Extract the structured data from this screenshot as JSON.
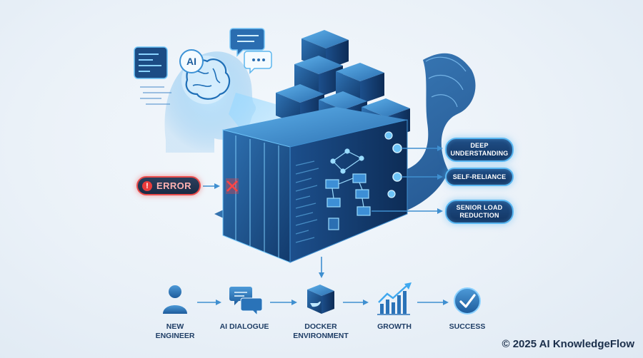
{
  "ai_head": {
    "badge": "AI"
  },
  "error": {
    "icon": "!",
    "label": "ERROR"
  },
  "outcomes": [
    {
      "label": "DEEP\nUNDERSTANDING"
    },
    {
      "label": "SELF-RELIANCE"
    },
    {
      "label": "SENIOR LOAD\nREDUCTION"
    }
  ],
  "workflow": [
    {
      "label": "NEW\nENGINEER",
      "icon": "user-icon"
    },
    {
      "label": "AI DIALOGUE",
      "icon": "chat-bubbles-icon"
    },
    {
      "label": "DOCKER\nENVIRONMENT",
      "icon": "docker-container-icon"
    },
    {
      "label": "GROWTH",
      "icon": "growth-chart-icon"
    },
    {
      "label": "SUCCESS",
      "icon": "check-circle-icon"
    }
  ],
  "copyright": "© 2025 AI KnowledgeFlow",
  "colors": {
    "primary_blue": "#1f5f9e",
    "glow_blue": "#58b7f2",
    "error_red": "#ea3b3b",
    "success_blue": "#2a73b8"
  }
}
